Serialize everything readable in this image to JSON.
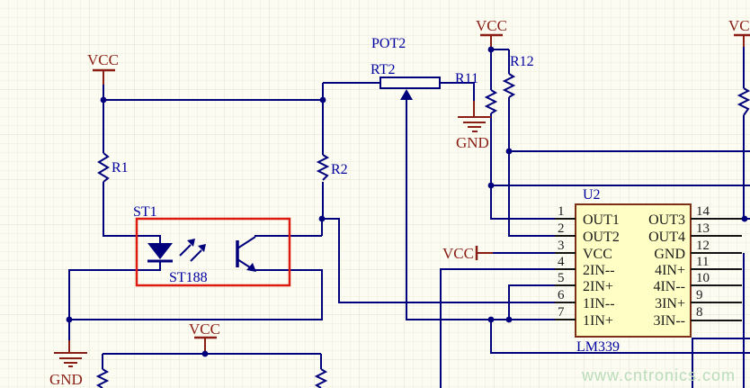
{
  "colors": {
    "bg": "#FCFCF2",
    "grid-minor": "#EBEBDC",
    "grid-major": "#DFDFCE",
    "wire": "#00007D",
    "pin": "#141414",
    "label": "#0000A0",
    "power": "#8B1E14",
    "ic-fill": "#FFFFC5",
    "ic-border": "#7D3018",
    "opto-box": "#DC1A0F",
    "pin-text": "#1A1A1A",
    "watermark": "#B9DCB9"
  },
  "power": {
    "vcc": "VCC",
    "gnd": "GND"
  },
  "components": {
    "r1": "R1",
    "r2": "R2",
    "r11": "R11",
    "r12": "R12",
    "pot_label": "POT2",
    "pot_ref": "RT2",
    "opto_ref": "ST1",
    "opto_part": "ST188",
    "ic_ref": "U2",
    "ic_part": "LM339"
  },
  "ic": {
    "pins_left": [
      {
        "num": "1",
        "label": "OUT1"
      },
      {
        "num": "2",
        "label": "OUT2"
      },
      {
        "num": "3",
        "label": "VCC"
      },
      {
        "num": "4",
        "label": "2IN--"
      },
      {
        "num": "5",
        "label": "2IN+"
      },
      {
        "num": "6",
        "label": "1IN--"
      },
      {
        "num": "7",
        "label": "1IN+"
      }
    ],
    "pins_right": [
      {
        "num": "14",
        "label": "OUT3"
      },
      {
        "num": "13",
        "label": "OUT4"
      },
      {
        "num": "12",
        "label": "GND"
      },
      {
        "num": "11",
        "label": "4IN+"
      },
      {
        "num": "10",
        "label": "4IN--"
      },
      {
        "num": "9",
        "label": "3IN+"
      },
      {
        "num": "8",
        "label": "3IN--"
      }
    ]
  },
  "watermark": "www.cntronics.com"
}
